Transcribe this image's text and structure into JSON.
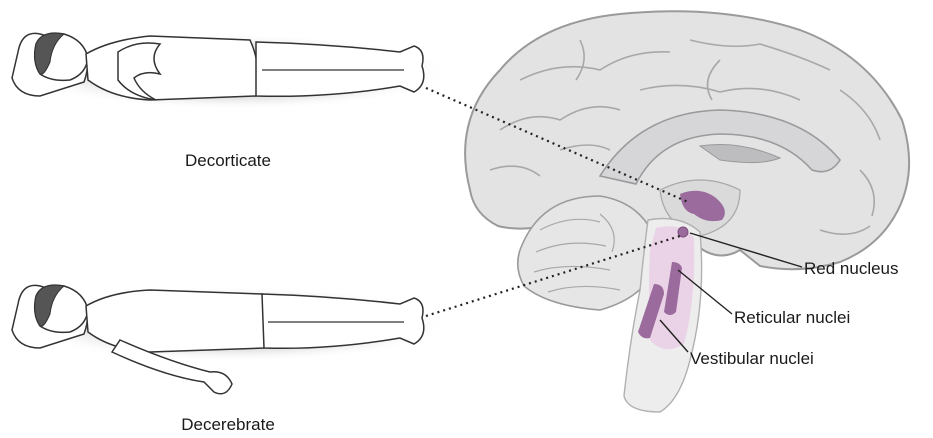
{
  "figures": {
    "decorticate": {
      "caption": "Decorticate"
    },
    "decerebrate": {
      "caption": "Decerebrate"
    }
  },
  "brain": {
    "labels": {
      "red_nucleus": "Red nucleus",
      "reticular_nuclei": "Reticular nuclei",
      "vestibular_nuclei": "Vestibular nuclei"
    }
  },
  "colors": {
    "brain_fill": "#e3e3e4",
    "brain_outline": "#9a9a9c",
    "nucleus_purple": "#9c6b9d",
    "brainstem_pink": "#ead3e6",
    "skin_outline": "#333333"
  }
}
